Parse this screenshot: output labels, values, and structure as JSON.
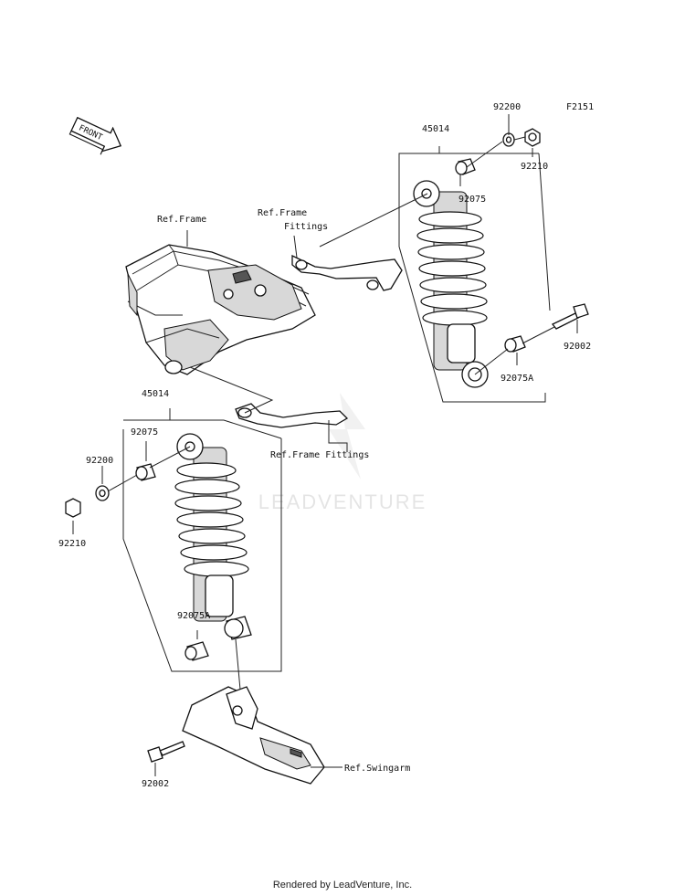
{
  "diagram": {
    "figure_code": "F2151",
    "front_label": "FRONT",
    "watermark_text": "LEADVENTURE",
    "parts": {
      "shock_upper": "45014",
      "shock_lower": "45014",
      "washer_upper": "92200",
      "washer_lower": "92200",
      "cap_nut_upper": "92210",
      "cap_nut_lower": "92210",
      "bushing_upper_top": "92075",
      "bushing_upper_bottom": "92075A",
      "bushing_lower_top": "92075",
      "bushing_lower_bottom": "92075A",
      "bolt_upper": "92002",
      "bolt_lower": "92002"
    },
    "refs": {
      "frame": "Ref.Frame",
      "frame_fittings_line1": "Ref.Frame",
      "frame_fittings_line2": "Fittings",
      "frame_fittings_lower": "Ref.Frame Fittings",
      "swingarm": "Ref.Swingarm"
    }
  },
  "footer": {
    "text": "Rendered by LeadVenture, Inc."
  }
}
